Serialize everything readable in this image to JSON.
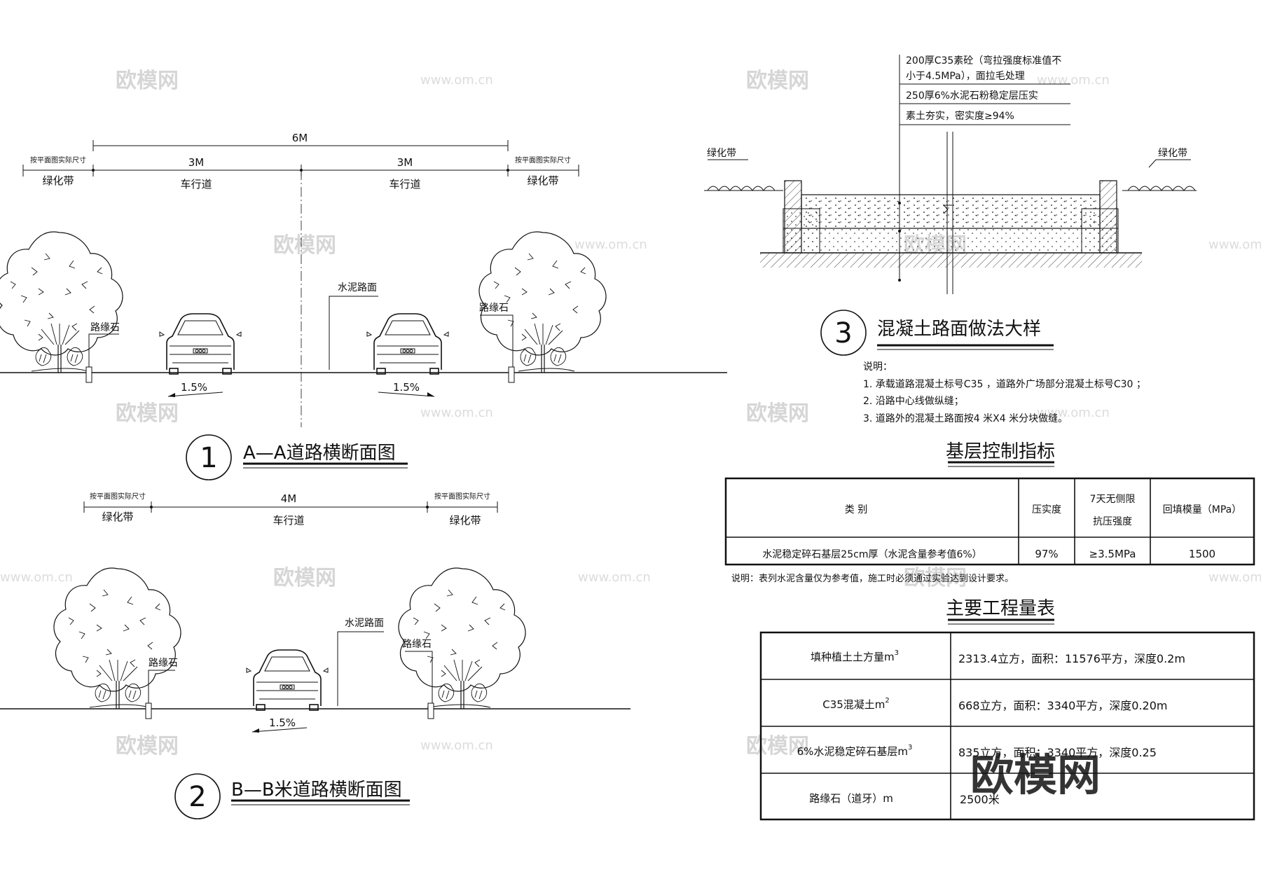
{
  "watermarks": {
    "logo_text": "欧模网",
    "url_text": "www.om.cn",
    "big_logo_text": "欧模网"
  },
  "section1": {
    "number": "1",
    "title": "A—A道路横断面图",
    "total_dim": "6M",
    "left_lane_dim": "3M",
    "right_lane_dim": "3M",
    "left_lane_label": "车行道",
    "right_lane_label": "车行道",
    "side_note_left": "按平面图实际尺寸",
    "side_note_right": "按平面图实际尺寸",
    "green_left": "绿化带",
    "green_right": "绿化带",
    "curb_left": "路缘石",
    "curb_right": "路缘石",
    "pavement": "水泥路面",
    "slope_left": "1.5%",
    "slope_right": "1.5%"
  },
  "section2": {
    "number": "2",
    "title": "B—B米道路横断面图",
    "lane_dim": "4M",
    "lane_label": "车行道",
    "side_note_left": "按平面图实际尺寸",
    "side_note_right": "按平面图实际尺寸",
    "green_left": "绿化带",
    "green_right": "绿化带",
    "curb_left": "路缘石",
    "curb_right": "路缘石",
    "pavement": "水泥路面",
    "slope": "1.5%"
  },
  "section3": {
    "number": "3",
    "title": "混凝土路面做法大样",
    "layer1_line1": "200厚C35素砼（弯拉强度标准值不",
    "layer1_line2": "小于4.5MPa），面拉毛处理",
    "layer2": "250厚6%水泥石粉稳定层压实",
    "layer3": "素土夯实，密实度≥94%",
    "green_left": "绿化带",
    "green_right": "绿化带",
    "notes_title": "说明：",
    "notes": [
      "1. 承载道路混凝土标号C35 ，道路外广场部分混凝土标号C30 ；",
      "2. 沿路中心线做纵缝；",
      "3. 道路外的混凝土路面按4 米X4 米分块做缝。"
    ]
  },
  "base_table": {
    "title": "基层控制指标",
    "headers": [
      "类  别",
      "压实度",
      "7天无侧限",
      "抗压强度",
      "回填模量（MPa）"
    ],
    "row": [
      "水泥稳定碎石基层25cm厚（水泥含量参考值6%）",
      "97%",
      "≥3.5MPa",
      "1500"
    ],
    "note": "说明：表列水泥含量仅为参考值，施工时必须通过实验达到设计要求。"
  },
  "quantity_table": {
    "title": "主要工程量表",
    "rows": [
      {
        "item": "填种植土土方量m",
        "sup": "3",
        "value": "2313.4立方，面积：11576平方，深度0.2m"
      },
      {
        "item": "C35混凝土m",
        "sup": "2",
        "value": "668立方，面积：3340平方，深度0.20m"
      },
      {
        "item": "6%水泥稳定碎石基层m",
        "sup": "3",
        "value": "835立方，面积：3340平方，深度0.25"
      },
      {
        "item": "路缘石（道牙）m",
        "sup": "",
        "value": "2500米"
      }
    ]
  }
}
